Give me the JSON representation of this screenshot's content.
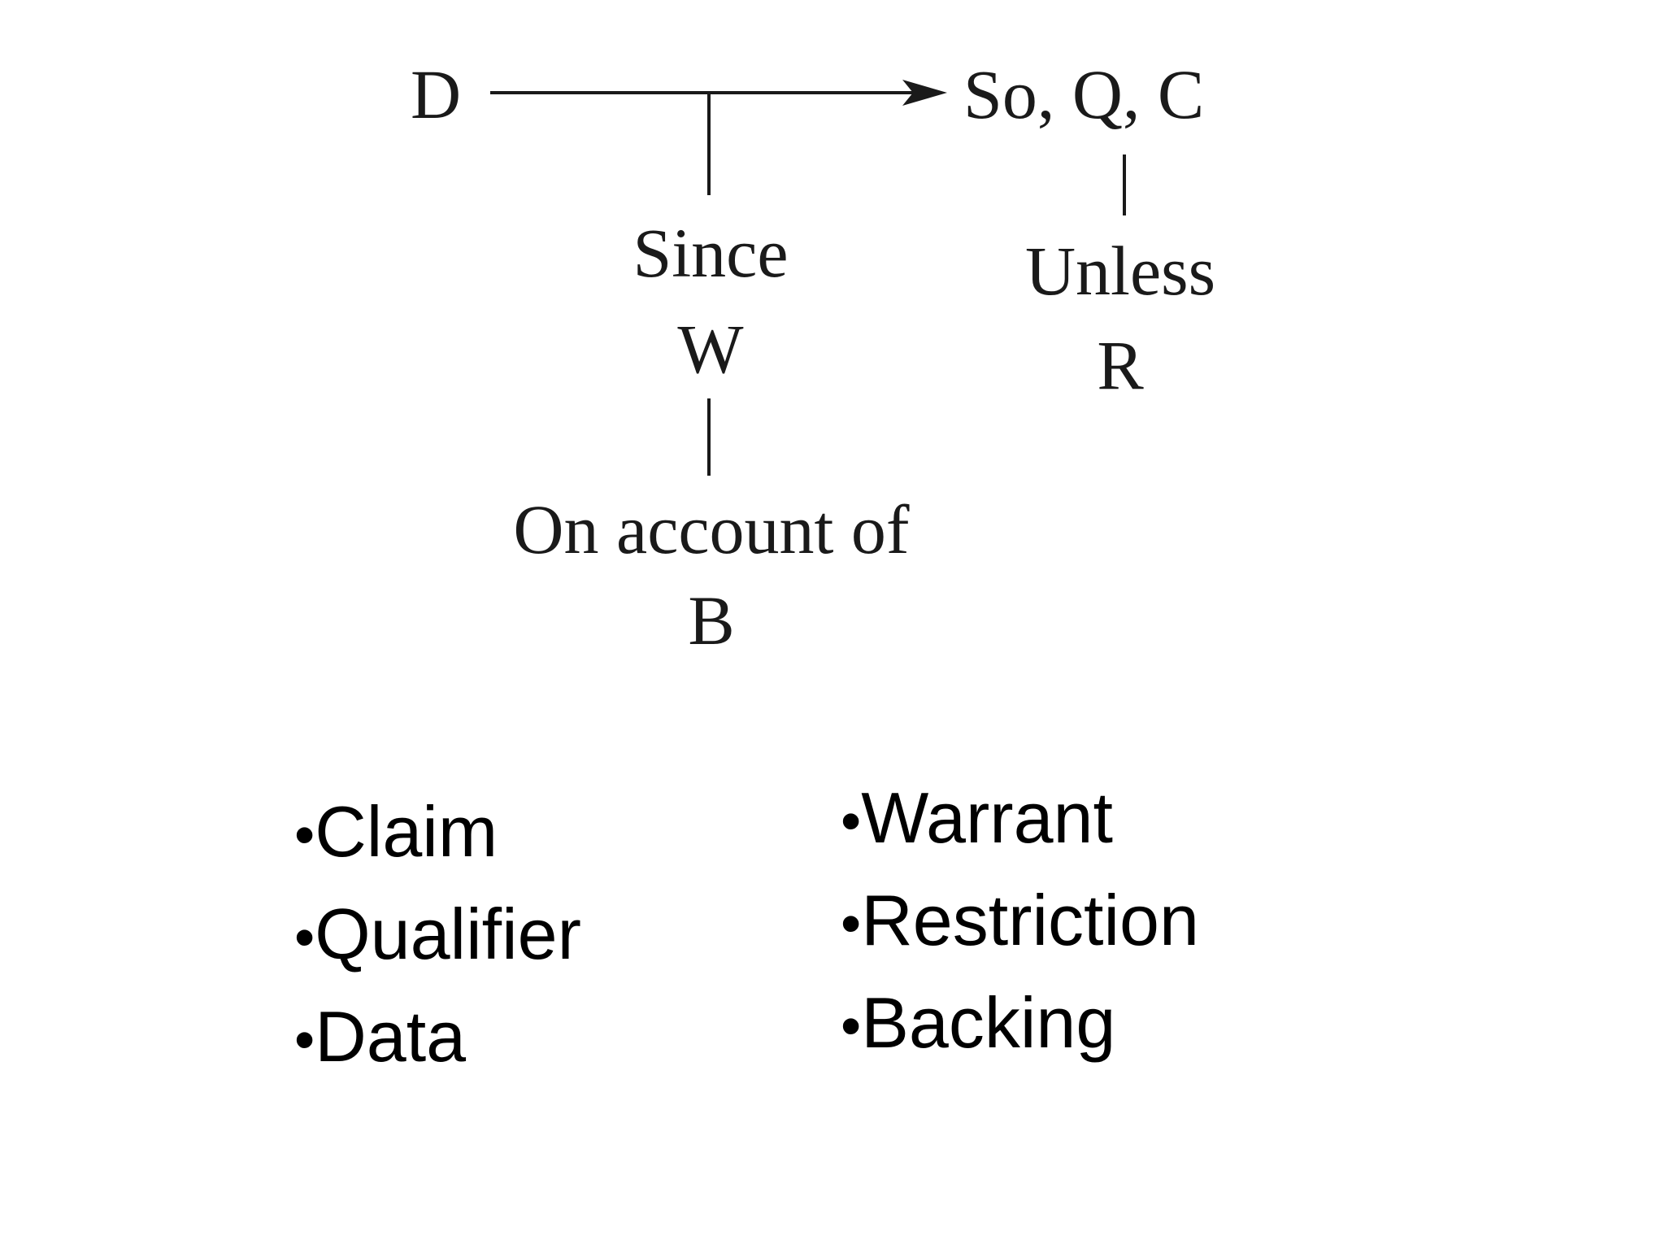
{
  "diagram": {
    "data_label": "D",
    "conclusion_label": "So, Q, C",
    "warrant_prefix": "Since",
    "warrant_label": "W",
    "rebuttal_prefix": "Unless",
    "rebuttal_label": "R",
    "backing_prefix": "On account of",
    "backing_label": "B",
    "ink_color": "#1a1a1a"
  },
  "legend": {
    "bullet": "•",
    "left_items": [
      "Claim",
      "Qualifier",
      "Data"
    ],
    "right_items": [
      "Warrant",
      "Restriction",
      "Backing"
    ]
  }
}
